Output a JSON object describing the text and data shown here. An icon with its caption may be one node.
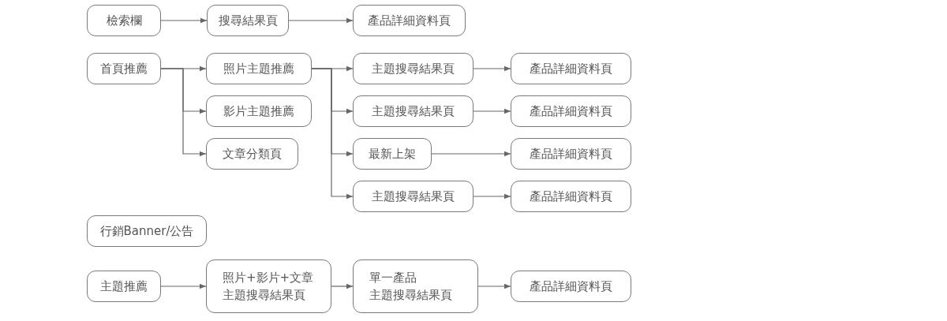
{
  "diagram": {
    "nodes": [
      {
        "text": [
          "檢索欄"
        ]
      },
      {
        "text": [
          "搜尋結果頁"
        ]
      },
      {
        "text": [
          "產品詳細資料頁"
        ]
      },
      {
        "text": [
          "首頁推薦"
        ]
      },
      {
        "text": [
          "照片主題推薦"
        ]
      },
      {
        "text": [
          "影片主題推薦"
        ]
      },
      {
        "text": [
          "文章分類頁"
        ]
      },
      {
        "text": [
          "主題搜尋結果頁"
        ]
      },
      {
        "text": [
          "產品詳細資料頁"
        ]
      },
      {
        "text": [
          "主題搜尋結果頁"
        ]
      },
      {
        "text": [
          "產品詳細資料頁"
        ]
      },
      {
        "text": [
          "最新上架"
        ]
      },
      {
        "text": [
          "產品詳細資料頁"
        ]
      },
      {
        "text": [
          "主題搜尋結果頁"
        ]
      },
      {
        "text": [
          "產品詳細資料頁"
        ]
      },
      {
        "text": [
          "行銷Banner/公告"
        ]
      },
      {
        "text": [
          "主題推薦"
        ]
      },
      {
        "text": [
          "照片+影片+文章",
          "主題搜尋結果頁"
        ]
      },
      {
        "text": [
          "單一產品",
          "主題搜尋結果頁"
        ]
      },
      {
        "text": [
          "產品詳細資料頁"
        ]
      }
    ],
    "edges": [
      {
        "from": 0,
        "to": 1,
        "arrow": "to"
      },
      {
        "from": 1,
        "to": 2,
        "arrow": "to"
      },
      {
        "from": 3,
        "to": 4,
        "arrow": "to"
      },
      {
        "from": 3,
        "to": 5,
        "arrow": "to"
      },
      {
        "from": 3,
        "to": 6,
        "arrow": "to"
      },
      {
        "from": 4,
        "to": 7,
        "arrow": "to"
      },
      {
        "from": 4,
        "to": 9,
        "arrow": "to"
      },
      {
        "from": 4,
        "to": 11,
        "arrow": "to"
      },
      {
        "from": 4,
        "to": 13,
        "arrow": "to"
      },
      {
        "from": 7,
        "to": 8,
        "arrow": "to"
      },
      {
        "from": 9,
        "to": 10,
        "arrow": "to"
      },
      {
        "from": 11,
        "to": 12,
        "arrow": "to"
      },
      {
        "from": 13,
        "to": 14,
        "arrow": "to"
      },
      {
        "from": 16,
        "to": 17,
        "arrow": "to"
      },
      {
        "from": 17,
        "to": 18,
        "arrow": "to"
      },
      {
        "from": 18,
        "to": 19,
        "arrow": "to"
      }
    ]
  }
}
